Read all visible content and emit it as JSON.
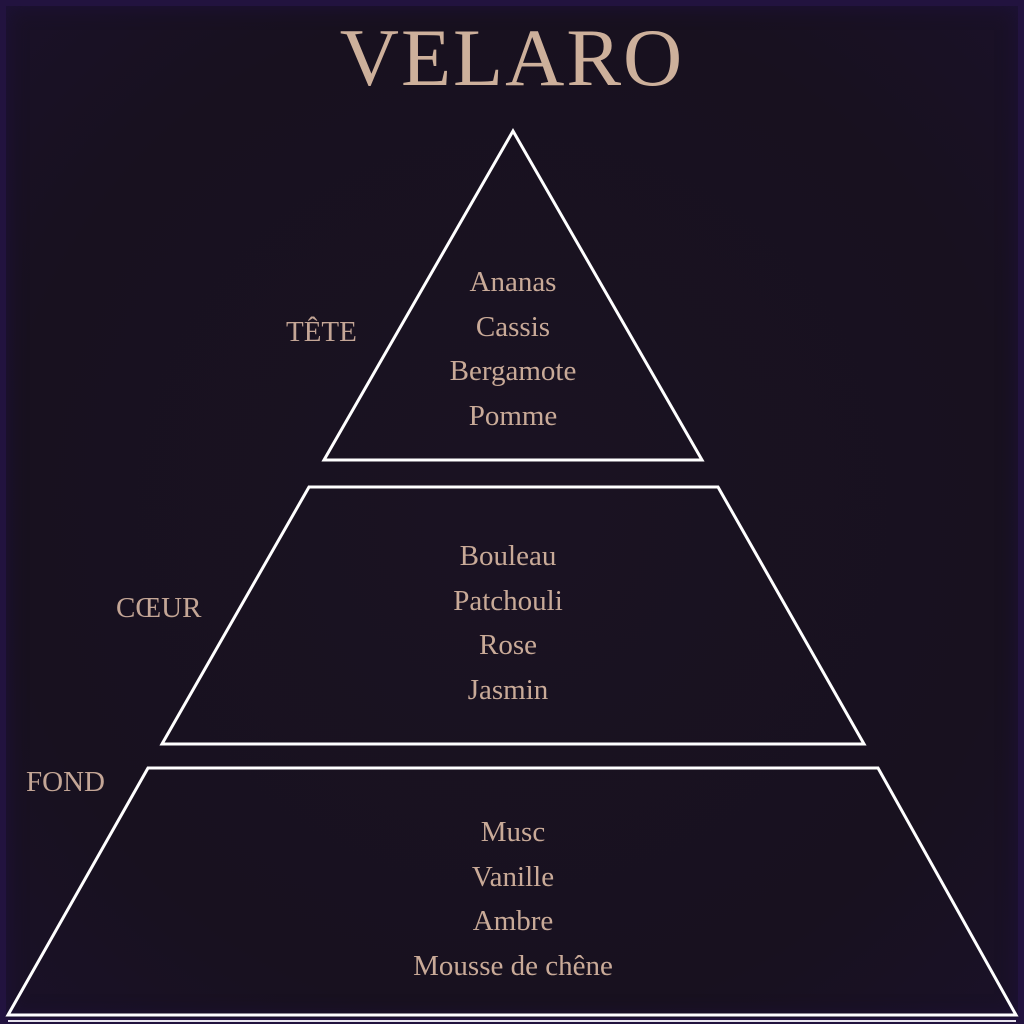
{
  "title": "VELARO",
  "colors": {
    "background": "#18111f",
    "border_purple": "#24134a",
    "text": "#c9aa98",
    "lines": "#ffffff"
  },
  "tiers": [
    {
      "label": "TÊTE",
      "notes": [
        "Ananas",
        "Cassis",
        "Bergamote",
        "Pomme"
      ]
    },
    {
      "label": "CŒUR",
      "notes": [
        "Bouleau",
        "Patchouli",
        "Rose",
        "Jasmin"
      ]
    },
    {
      "label": "FOND",
      "notes": [
        "Musc",
        "Vanille",
        "Ambre",
        "Mousse de chêne"
      ]
    }
  ]
}
